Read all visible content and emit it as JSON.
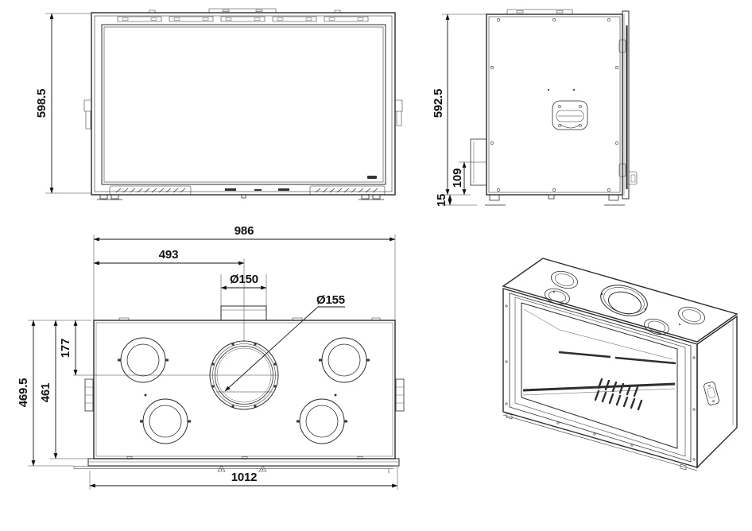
{
  "drawing": {
    "ink_color": "#2b2b2b",
    "dimension_color": "#111111",
    "front_view": {
      "height": "598.5"
    },
    "side_view": {
      "height": "592.5",
      "air_inlet_height": "109",
      "base_height": "15"
    },
    "top_view": {
      "overall_width": "986",
      "flue_centre_from_left": "493",
      "flue_collar_diameter": "Ø150",
      "flue_opening_diameter": "Ø155",
      "overall_depth": "469.5",
      "body_depth": "461",
      "flue_centre_offset": "177",
      "front_frame_width": "1012"
    }
  }
}
